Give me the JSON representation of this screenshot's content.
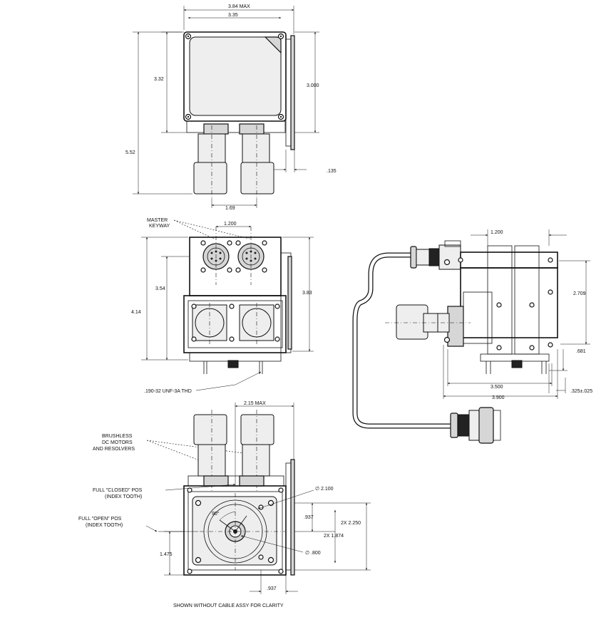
{
  "views": {
    "top": {
      "dims": {
        "width_max": "3.84 MAX",
        "width": "3.35",
        "height_upper": "3.32",
        "height_right": "3.000",
        "height_total": "5.52",
        "offset": ".135",
        "spacing": "1.69"
      }
    },
    "front": {
      "labels": {
        "master_keyway_1": "MASTER",
        "master_keyway_2": "KEYWAY",
        "thread": ".190-32 UNF-3A THD"
      },
      "dims": {
        "connector_spacing": "1.200",
        "height_mid": "3.54",
        "height_total": "4.14",
        "height_right": "3.83"
      }
    },
    "side": {
      "dims": {
        "top_spacing": "1.200",
        "height_right": "2.709",
        "small_height": ".681",
        "width_inner": "3.500",
        "width_outer": "3.900",
        "offset": ".325±.025"
      }
    },
    "bottom": {
      "labels": {
        "motors_1": "BRUSHLESS",
        "motors_2": "DC MOTORS",
        "motors_3": "AND RESOLVERS",
        "closed_1": "FULL \"CLOSED\" POS",
        "closed_2": "(INDEX TOOTH)",
        "open_1": "FULL \"OPEN\" POS",
        "open_2": "(INDEX TOOTH)",
        "angle": "90°",
        "caption": "SHOWN WITHOUT CABLE ASSY FOR CLARITY"
      },
      "dims": {
        "width_max": "2.15 MAX",
        "diameter_outer": "∅ 2.100",
        "diameter_inner": "∅ .800",
        "offset_937_top": ".937",
        "offset_937_bottom": ".937",
        "height_2250": "2X 2.250",
        "height_1874": "2X 1.874",
        "height_1475": "1.475"
      }
    }
  }
}
